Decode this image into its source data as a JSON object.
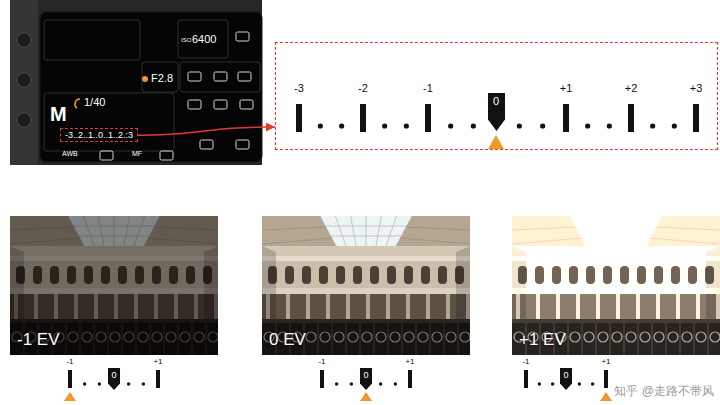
{
  "diagram": {
    "nodes": [
      {
        "text": [
          "-3..2..1..0..1..2.:3"
        ]
      },
      {
        "text": [
          "-3",
          "-2",
          "-1",
          "+1",
          "+2",
          "+3"
        ]
      },
      {
        "text": [
          "0"
        ],
        "in": 1
      },
      {
        "text": [
          "-1 EV"
        ]
      },
      {
        "text": [
          "0 EV"
        ]
      },
      {
        "text": [
          "+1 EV"
        ]
      },
      {
        "text": [
          "0"
        ]
      },
      {
        "text": [
          "0"
        ]
      },
      {
        "text": [
          "0"
        ]
      }
    ],
    "edges": [
      {
        "from": 0,
        "to": 1,
        "arrow": "to"
      }
    ],
    "labels": [
      "M",
      "1/40",
      "F2.8",
      "ISO",
      "6400",
      "AWB",
      "MF",
      "-1",
      "+1",
      "-1",
      "+1",
      "-1",
      "+1",
      "知乎 @走路不带风"
    ]
  }
}
